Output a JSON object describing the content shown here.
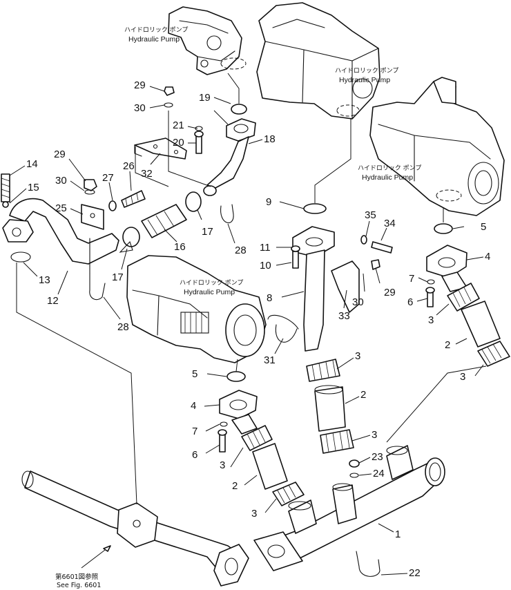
{
  "colors": {
    "ink": "#111111",
    "paper": "#ffffff"
  },
  "pump_labels": [
    {
      "jp": "ハイドロリック ポンプ",
      "en": "Hydraulic Pump"
    },
    {
      "jp": "ハイドロリック ポンプ",
      "en": "Hydraulic Pump"
    },
    {
      "jp": "ハイドロリック ポンプ",
      "en": "Hydraulic Pump"
    },
    {
      "jp": "ハイドロリック ポンプ",
      "en": "Hydraulic Pump"
    }
  ],
  "reference": {
    "jp": "第6601図参照",
    "en": "See Fig. 6601"
  },
  "callouts": [
    "29",
    "30",
    "19",
    "21",
    "20",
    "18",
    "32",
    "26",
    "27",
    "29",
    "30",
    "14",
    "15",
    "25",
    "17",
    "16",
    "17",
    "28",
    "13",
    "12",
    "28",
    "9",
    "35",
    "34",
    "11",
    "10",
    "8",
    "33",
    "30",
    "29",
    "31",
    "5",
    "4",
    "7",
    "6",
    "3",
    "2",
    "3",
    "5",
    "4",
    "7",
    "6",
    "3",
    "2",
    "3",
    "3",
    "2",
    "3",
    "23",
    "24",
    "1",
    "22"
  ]
}
